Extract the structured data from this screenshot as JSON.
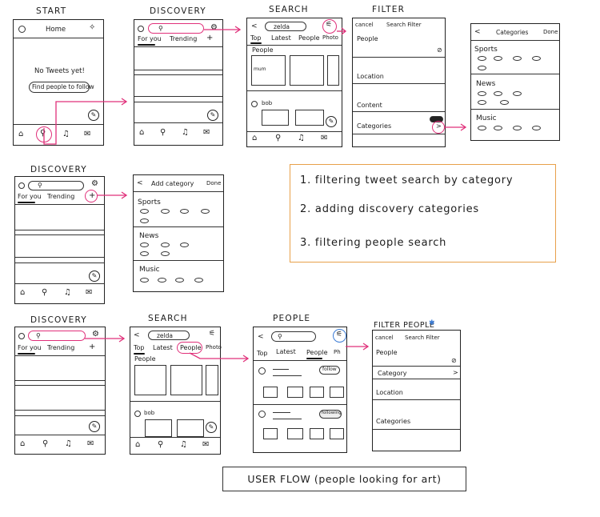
{
  "titles": {
    "start": "START",
    "discovery": "DISCOVERY",
    "search": "SEARCH",
    "filter": "FILTER",
    "people": "PEOPLE",
    "filter_people": "FILTER PEOPLE"
  },
  "start_screen": {
    "header": "Home",
    "empty_text": "No Tweets yet!",
    "find_button": "Find people to follow"
  },
  "discovery_screen": {
    "tabs": [
      "For you",
      "Trending",
      "+"
    ]
  },
  "search_screen": {
    "query": "zelda",
    "tabs": [
      "Top",
      "Latest",
      "People",
      "Photo"
    ],
    "section": "People",
    "card_label": "mum",
    "tweet_user": "bob"
  },
  "filter_screen": {
    "cancel": "cancel",
    "heading": "Search Filter",
    "rows": [
      "People",
      "Location",
      "Content",
      "Categories"
    ]
  },
  "categories_screen": {
    "back": "<",
    "heading": "Categories",
    "done": "Done",
    "sections": [
      "Sports",
      "News",
      "Music"
    ]
  },
  "add_category_screen": {
    "back": "<",
    "heading": "Add category",
    "done": "Done",
    "sections": [
      "Sports",
      "News",
      "Music"
    ]
  },
  "people_screen": {
    "tabs": [
      "Top",
      "Latest",
      "People",
      "Ph"
    ],
    "follow_label": "follow",
    "following_label": "following"
  },
  "filter_people_screen": {
    "cancel": "cancel",
    "heading": "Search Filter",
    "rows": [
      "People",
      "Category",
      "Location",
      "Categories"
    ]
  },
  "notes": [
    "1. filtering tweet search by category",
    "2. adding discovery categories",
    "3. filtering people search"
  ],
  "caption": "USER FLOW (people looking for art)",
  "colors": {
    "accent": "#e0307a",
    "note_border": "#e8a04a",
    "ink": "#222222",
    "blue_mark": "#3a7bd5"
  },
  "icons": [
    "home-icon",
    "search-icon",
    "bell-icon",
    "mail-icon",
    "gear-icon",
    "sparkle-icon",
    "compose-icon",
    "filter-icon",
    "plus-icon"
  ]
}
